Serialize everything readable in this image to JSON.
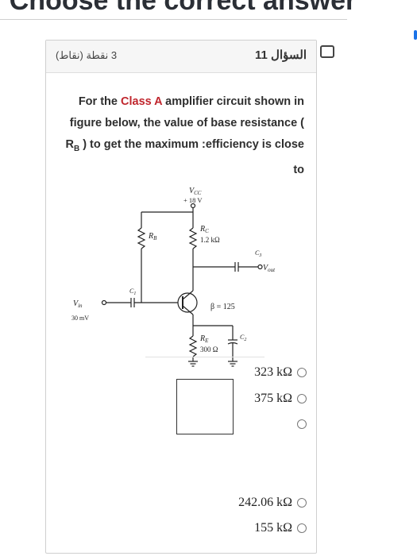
{
  "page": {
    "top_heading": "Choose the correct answer"
  },
  "question": {
    "title": "السؤال 11",
    "points": "3 نقطة (نقاط)",
    "text_before": "For the ",
    "text_accent": "Class A",
    "text_after": " amplifier circuit shown in figure below, the value of base resistance ( R",
    "text_sub": "B",
    "text_end": " ) to get the maximum :efficiency is close to"
  },
  "circuit": {
    "vcc_label": "V",
    "vcc_sub": "CC",
    "vcc_value": "+ 18 V",
    "rb_label": "R",
    "rb_sub": "B",
    "rc_label": "R",
    "rc_sub": "C",
    "rc_value": "1.2 kΩ",
    "c1_label": "C",
    "c1_sub": "1",
    "c3_label": "C",
    "c3_sub": "3",
    "c2_label": "C",
    "c2_sub": "2",
    "vin_label": "V",
    "vin_sub": "in",
    "vin_value": "30 mV",
    "vout_label": "V",
    "vout_sub": "out",
    "beta": "β = 125",
    "re_label": "R",
    "re_sub": "E",
    "re_value": "300 Ω"
  },
  "options": [
    {
      "text": "323 kΩ"
    },
    {
      "text": "375 kΩ"
    },
    {
      "text": ""
    },
    {
      "text": "242.06 kΩ"
    },
    {
      "text": "155 kΩ"
    }
  ]
}
